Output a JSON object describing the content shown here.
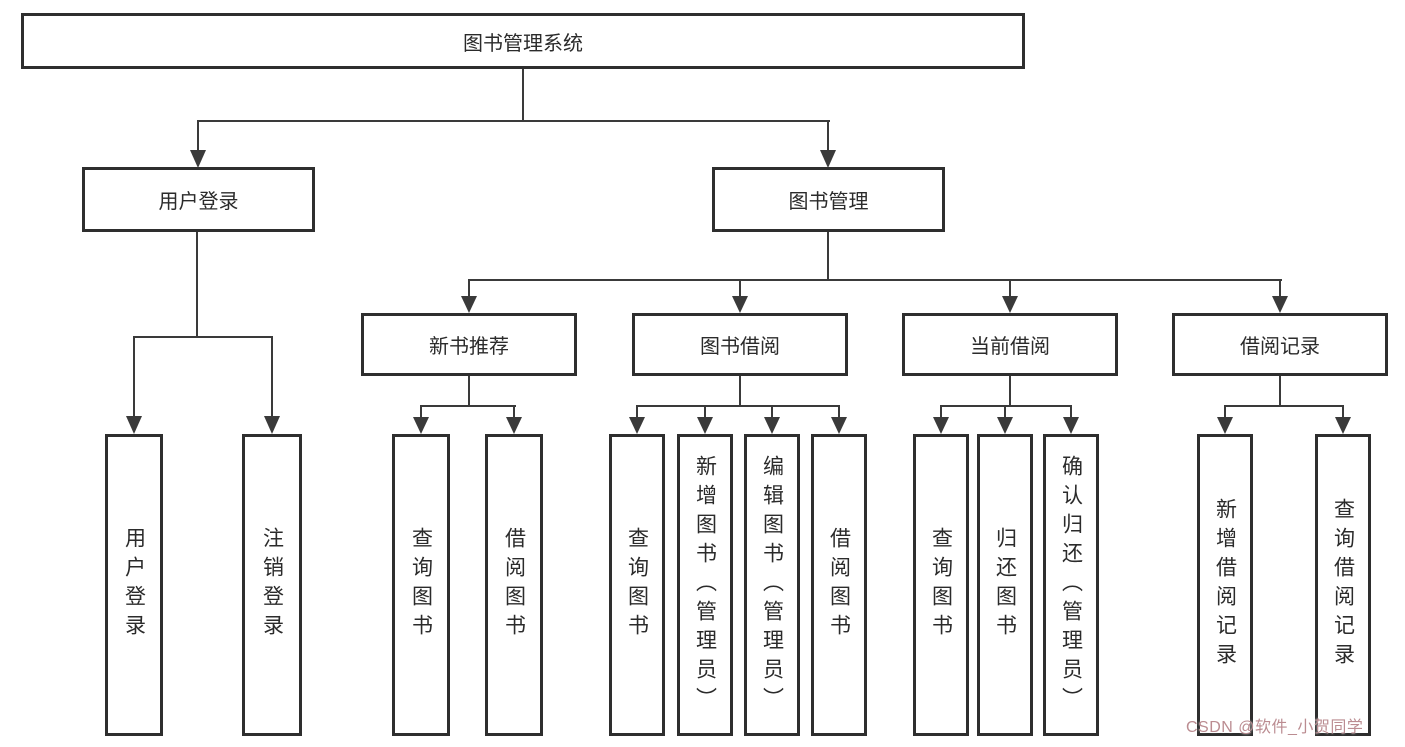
{
  "page": {
    "background": "#ffffff"
  },
  "colors": {
    "box_border": "#2e2e2e",
    "connector_line": "#3a3a3a",
    "text": "#2b2b2b",
    "watermark": "#bb8c91"
  },
  "tree": {
    "root": {
      "label": "图书管理系统"
    },
    "children": [
      {
        "label": "用户登录",
        "children": [
          {
            "label": "用户登录"
          },
          {
            "label": "注销登录"
          }
        ]
      },
      {
        "label": "图书管理",
        "children": [
          {
            "label": "新书推荐",
            "children": [
              {
                "label": "查询图书"
              },
              {
                "label": "借阅图书"
              }
            ]
          },
          {
            "label": "图书借阅",
            "children": [
              {
                "label": "查询图书"
              },
              {
                "label": "新增图书（管理员）"
              },
              {
                "label": "编辑图书（管理员）"
              },
              {
                "label": "借阅图书"
              }
            ]
          },
          {
            "label": "当前借阅",
            "children": [
              {
                "label": "查询图书"
              },
              {
                "label": "归还图书"
              },
              {
                "label": "确认归还（管理员）"
              }
            ]
          },
          {
            "label": "借阅记录",
            "children": [
              {
                "label": "新增借阅记录"
              },
              {
                "label": "查询借阅记录"
              }
            ]
          }
        ]
      }
    ]
  },
  "watermark": {
    "text": "CSDN @软件_小贺同学"
  }
}
